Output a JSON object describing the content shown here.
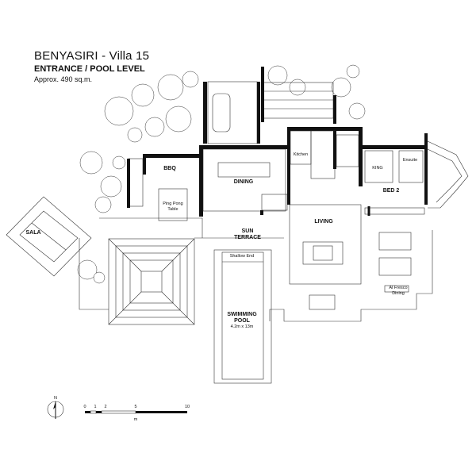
{
  "header": {
    "title": "BENYASIRI - Villa 15",
    "subtitle": "ENTRANCE / POOL LEVEL",
    "area": "Approx. 490 sq.m."
  },
  "rooms": {
    "sala": "SALA",
    "bbq": "BBQ",
    "ping_pong_line1": "Ping Pong",
    "ping_pong_line2": "Table",
    "dining": "DINING",
    "kitchen": "Kitchen",
    "king": "KING",
    "ensuite": "Ensuite",
    "bed2": "BED 2",
    "living": "LIVING",
    "sun_line1": "SUN",
    "sun_line2": "TERRACE",
    "shallow_end": "Shallow End",
    "pool_line1": "SWIMMING",
    "pool_line2": "POOL",
    "pool_size": "4.2m x 13m",
    "alfresco_line1": "Al Fresco",
    "alfresco_line2": "Dining"
  },
  "legend": {
    "north": "N",
    "scale_ticks": [
      "0",
      "1",
      "2",
      "5",
      "10"
    ],
    "scale_unit": "m"
  }
}
